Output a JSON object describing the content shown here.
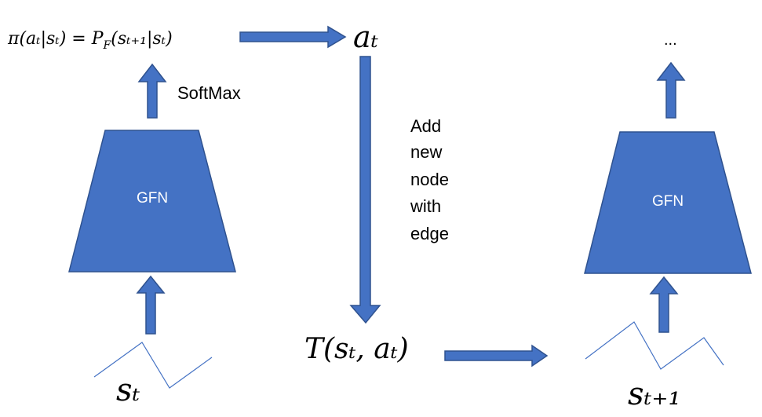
{
  "policy_formula": "π(aₜ|sₜ) = P_F(sₜ₊₁|sₜ)",
  "policy_parts": {
    "lhs": "π(aₜ|sₜ) = P",
    "sub_F": "F",
    "rhs": "(sₜ₊₁|sₜ)"
  },
  "action_label": "aₜ",
  "softmax_label": "SoftMax",
  "gfn_left_label": "GFN",
  "gfn_right_label": "GFN",
  "step_text": [
    "Add",
    "new",
    "node",
    "with",
    "edge"
  ],
  "transition_label": "T(sₜ, aₜ)",
  "state_left_label": "sₜ",
  "state_right_label": "sₜ₊₁",
  "ellipsis": "...",
  "colors": {
    "block": "#4472C4",
    "block_stroke": "#2F528F",
    "graph_line": "#4472C4"
  }
}
